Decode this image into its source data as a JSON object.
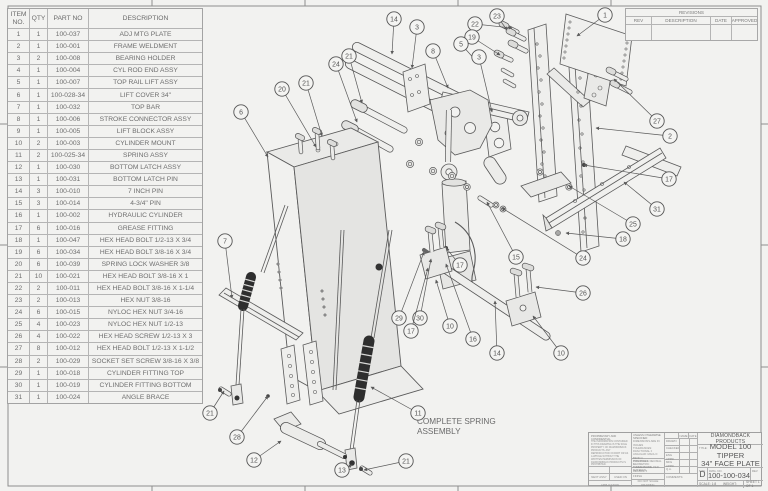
{
  "colors": {
    "paper": "#f2f2f0",
    "line": "#555555",
    "table_text": "#6e6e6e"
  },
  "bom": {
    "headers": [
      "ITEM NO.",
      "QTY",
      "PART NO",
      "DESCRIPTION"
    ],
    "rows": [
      {
        "item": "1",
        "qty": "1",
        "part": "100-037",
        "desc": "ADJ MTG PLATE"
      },
      {
        "item": "2",
        "qty": "1",
        "part": "100-001",
        "desc": "FRAME WELDMENT"
      },
      {
        "item": "3",
        "qty": "2",
        "part": "100-008",
        "desc": "BEARING HOLDER"
      },
      {
        "item": "4",
        "qty": "1",
        "part": "100-004",
        "desc": "CYL ROD END ASSY"
      },
      {
        "item": "5",
        "qty": "1",
        "part": "100-007",
        "desc": "TOP RAIL LIFT ASSY"
      },
      {
        "item": "6",
        "qty": "1",
        "part": "100-028-34",
        "desc": "LIFT COVER 34\""
      },
      {
        "item": "7",
        "qty": "1",
        "part": "100-032",
        "desc": "TOP BAR"
      },
      {
        "item": "8",
        "qty": "1",
        "part": "100-006",
        "desc": "STROKE CONNECTOR ASSY"
      },
      {
        "item": "9",
        "qty": "1",
        "part": "100-005",
        "desc": "LIFT BLOCK ASSY"
      },
      {
        "item": "10",
        "qty": "2",
        "part": "100-003",
        "desc": "CYLINDER MOUNT"
      },
      {
        "item": "11",
        "qty": "2",
        "part": "100-025-34",
        "desc": "SPRING ASSY"
      },
      {
        "item": "12",
        "qty": "1",
        "part": "100-030",
        "desc": "BOTTOM LATCH ASSY"
      },
      {
        "item": "13",
        "qty": "1",
        "part": "100-031",
        "desc": "BOTTOM LATCH PIN"
      },
      {
        "item": "14",
        "qty": "3",
        "part": "100-010",
        "desc": "7 INCH PIN"
      },
      {
        "item": "15",
        "qty": "3",
        "part": "100-014",
        "desc": "4-3/4\" PIN"
      },
      {
        "item": "16",
        "qty": "1",
        "part": "100-002",
        "desc": "HYDRAULIC CYLINDER"
      },
      {
        "item": "17",
        "qty": "6",
        "part": "100-016",
        "desc": "GREASE FITTING"
      },
      {
        "item": "18",
        "qty": "1",
        "part": "100-047",
        "desc": "HEX HEAD BOLT 1/2-13 X 3/4"
      },
      {
        "item": "19",
        "qty": "6",
        "part": "100-034",
        "desc": "HEX HEAD BOLT 3/8-16 X 3/4"
      },
      {
        "item": "20",
        "qty": "6",
        "part": "100-039",
        "desc": "SPRING LOCK WASHER 3/8"
      },
      {
        "item": "21",
        "qty": "10",
        "part": "100-021",
        "desc": "HEX HEAD BOLT 3/8-16 X 1"
      },
      {
        "item": "22",
        "qty": "2",
        "part": "100-011",
        "desc": "HEX HEAD BOLT 3/8-16 X 1-1/4"
      },
      {
        "item": "23",
        "qty": "2",
        "part": "100-013",
        "desc": "HEX NUT 3/8-16"
      },
      {
        "item": "24",
        "qty": "6",
        "part": "100-015",
        "desc": "NYLOC HEX NUT 3/4-16"
      },
      {
        "item": "25",
        "qty": "4",
        "part": "100-023",
        "desc": "NYLOC HEX NUT 1/2-13"
      },
      {
        "item": "26",
        "qty": "4",
        "part": "100-022",
        "desc": "HEX HEAD SCREW 1/2-13 X 3"
      },
      {
        "item": "27",
        "qty": "8",
        "part": "100-012",
        "desc": "HEX HEAD BOLT 1/2-13 X 1-1/2"
      },
      {
        "item": "28",
        "qty": "2",
        "part": "100-029",
        "desc": "SOCKET SET SCREW 3/8-16 X 3/8"
      },
      {
        "item": "29",
        "qty": "1",
        "part": "100-018",
        "desc": "CYLINDER FITTING TOP"
      },
      {
        "item": "30",
        "qty": "1",
        "part": "100-019",
        "desc": "CYLINDER FITTING BOTTOM"
      },
      {
        "item": "31",
        "qty": "1",
        "part": "100-024",
        "desc": "ANGLE BRACE"
      }
    ]
  },
  "revisions": {
    "title": "REVISIONS",
    "headers": [
      "REV",
      "DESCRIPTION",
      "DATE",
      "APPROVED"
    ]
  },
  "annotation": {
    "line1": "COMPLETE SPRING",
    "line2": "ASSEMBLY"
  },
  "balloons": [
    "14",
    "3",
    "22",
    "23",
    "19",
    "5",
    "8",
    "3",
    "1",
    "21",
    "24",
    "21",
    "20",
    "6",
    "27",
    "2",
    "17",
    "31",
    "25",
    "18",
    "15",
    "24",
    "26",
    "10",
    "14",
    "16",
    "17",
    "29",
    "30",
    "17",
    "10",
    "7",
    "21",
    "28",
    "12",
    "11",
    "13",
    "21"
  ],
  "title_block": {
    "company": "DIAMONDBACK PRODUCTS",
    "title_label": "TITLE:",
    "title1": "MODEL 100 TIPPER",
    "title2": "34\" FACE PLATE",
    "size_label": "SIZE",
    "size": "D",
    "dwg_label": "DWG.  NO.",
    "dwg_no": "100-100-034",
    "rev_label": "REV",
    "scale": "SCALE: 1:8",
    "weight": "WEIGHT:",
    "sheet": "SHEET 1 OF 1",
    "unless": "UNLESS OTHERWISE SPECIFIED:",
    "tolerances": [
      "DIMENSIONS ARE IN INCHES",
      "TOLERANCES:",
      "FRACTIONAL ±",
      "ANGULAR: MACH ±   BEND ±",
      "TWO PLACE DECIMAL    ±",
      "THREE PLACE DECIMAL  ±"
    ],
    "interpret": "INTERPRET GEOMETRIC TOLERANCING PER:",
    "material_label": "MATERIAL",
    "finish_label": "FINISH",
    "do_not_scale": "DO NOT SCALE DRAWING",
    "proprietary_title": "PROPRIETARY AND CONFIDENTIAL",
    "proprietary_body": "THE INFORMATION CONTAINED IN THIS DRAWING IS THE SOLE PROPERTY OF DIAMONDBACK PRODUCTS. ANY REPRODUCTION IN PART OR AS A WHOLE WITHOUT THE WRITTEN PERMISSION OF DIAMONDBACK PRODUCTS IS PROHIBITED.",
    "name_label": "NAME",
    "date_label": "DATE",
    "approval_rows": [
      "DRAWN",
      "CHECKED",
      "ENG APPR.",
      "MFG APPR.",
      "Q.A.",
      "COMMENTS:"
    ],
    "next_assy": "NEXT ASSY",
    "used_on": "USED ON",
    "application": "APPLICATION"
  }
}
